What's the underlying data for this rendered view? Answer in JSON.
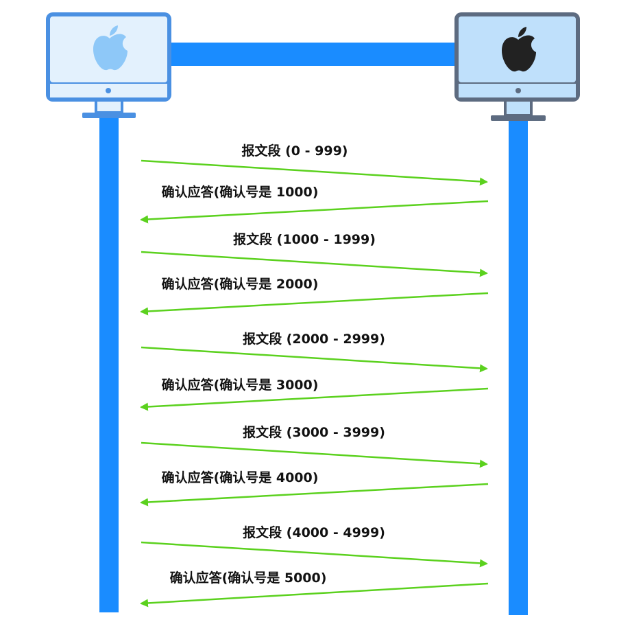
{
  "colors": {
    "link": "#1a8cff",
    "arrow": "#5bd11e",
    "client_frame": "#4a90e2",
    "client_screen": "#e3f1fd",
    "client_logo": "#8ec8f8",
    "server_frame": "#5d6b80",
    "server_screen": "#bfe0fb",
    "server_logo": "#222222",
    "text": "#111111"
  },
  "nodes": {
    "client": {
      "icon": "apple-monitor-icon"
    },
    "server": {
      "icon": "apple-monitor-icon"
    }
  },
  "messages": [
    {
      "label": "报文段 (0 - 999)",
      "direction": "right"
    },
    {
      "label": "确认应答(确认号是 1000)",
      "direction": "left"
    },
    {
      "label": "报文段 (1000 - 1999)",
      "direction": "right"
    },
    {
      "label": "确认应答(确认号是 2000)",
      "direction": "left"
    },
    {
      "label": "报文段 (2000 - 2999)",
      "direction": "right"
    },
    {
      "label": "确认应答(确认号是 3000)",
      "direction": "left"
    },
    {
      "label": "报文段 (3000 - 3999)",
      "direction": "right"
    },
    {
      "label": "确认应答(确认号是 4000)",
      "direction": "left"
    },
    {
      "label": "报文段 (4000 - 4999)",
      "direction": "right"
    },
    {
      "label": "确认应答(确认号是 5000)",
      "direction": "left"
    }
  ]
}
